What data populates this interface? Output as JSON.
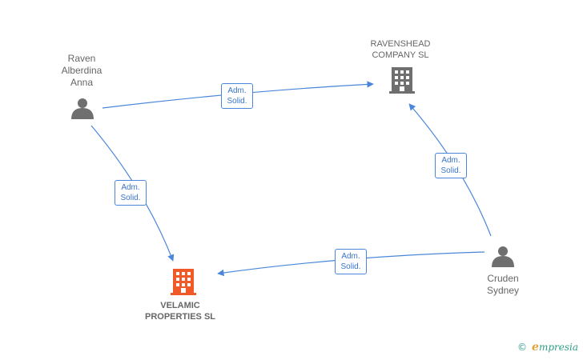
{
  "nodes": {
    "raven": {
      "label": "Raven\nAlberdina\nAnna",
      "kind": "person"
    },
    "ravenshead": {
      "label": "RAVENSHEAD\nCOMPANY SL",
      "kind": "company"
    },
    "cruden": {
      "label": "Cruden\nSydney",
      "kind": "person"
    },
    "velamic": {
      "label": "VELAMIC\nPROPERTIES SL",
      "kind": "company-focus"
    }
  },
  "edges": [
    {
      "from": "raven",
      "to": "ravenshead",
      "label": "Adm.\nSolid."
    },
    {
      "from": "raven",
      "to": "velamic",
      "label": "Adm.\nSolid."
    },
    {
      "from": "cruden",
      "to": "ravenshead",
      "label": "Adm.\nSolid."
    },
    {
      "from": "cruden",
      "to": "velamic",
      "label": "Adm.\nSolid."
    }
  ],
  "colors": {
    "edge": "#4a86d9",
    "person": "#6f6f6f",
    "company": "#6f6f6f",
    "focus": "#f05a28"
  },
  "icons": {
    "person": "person-icon",
    "company": "building-icon"
  },
  "brand": {
    "copyright": "©",
    "first_letter": "e",
    "rest": "mpresia"
  }
}
